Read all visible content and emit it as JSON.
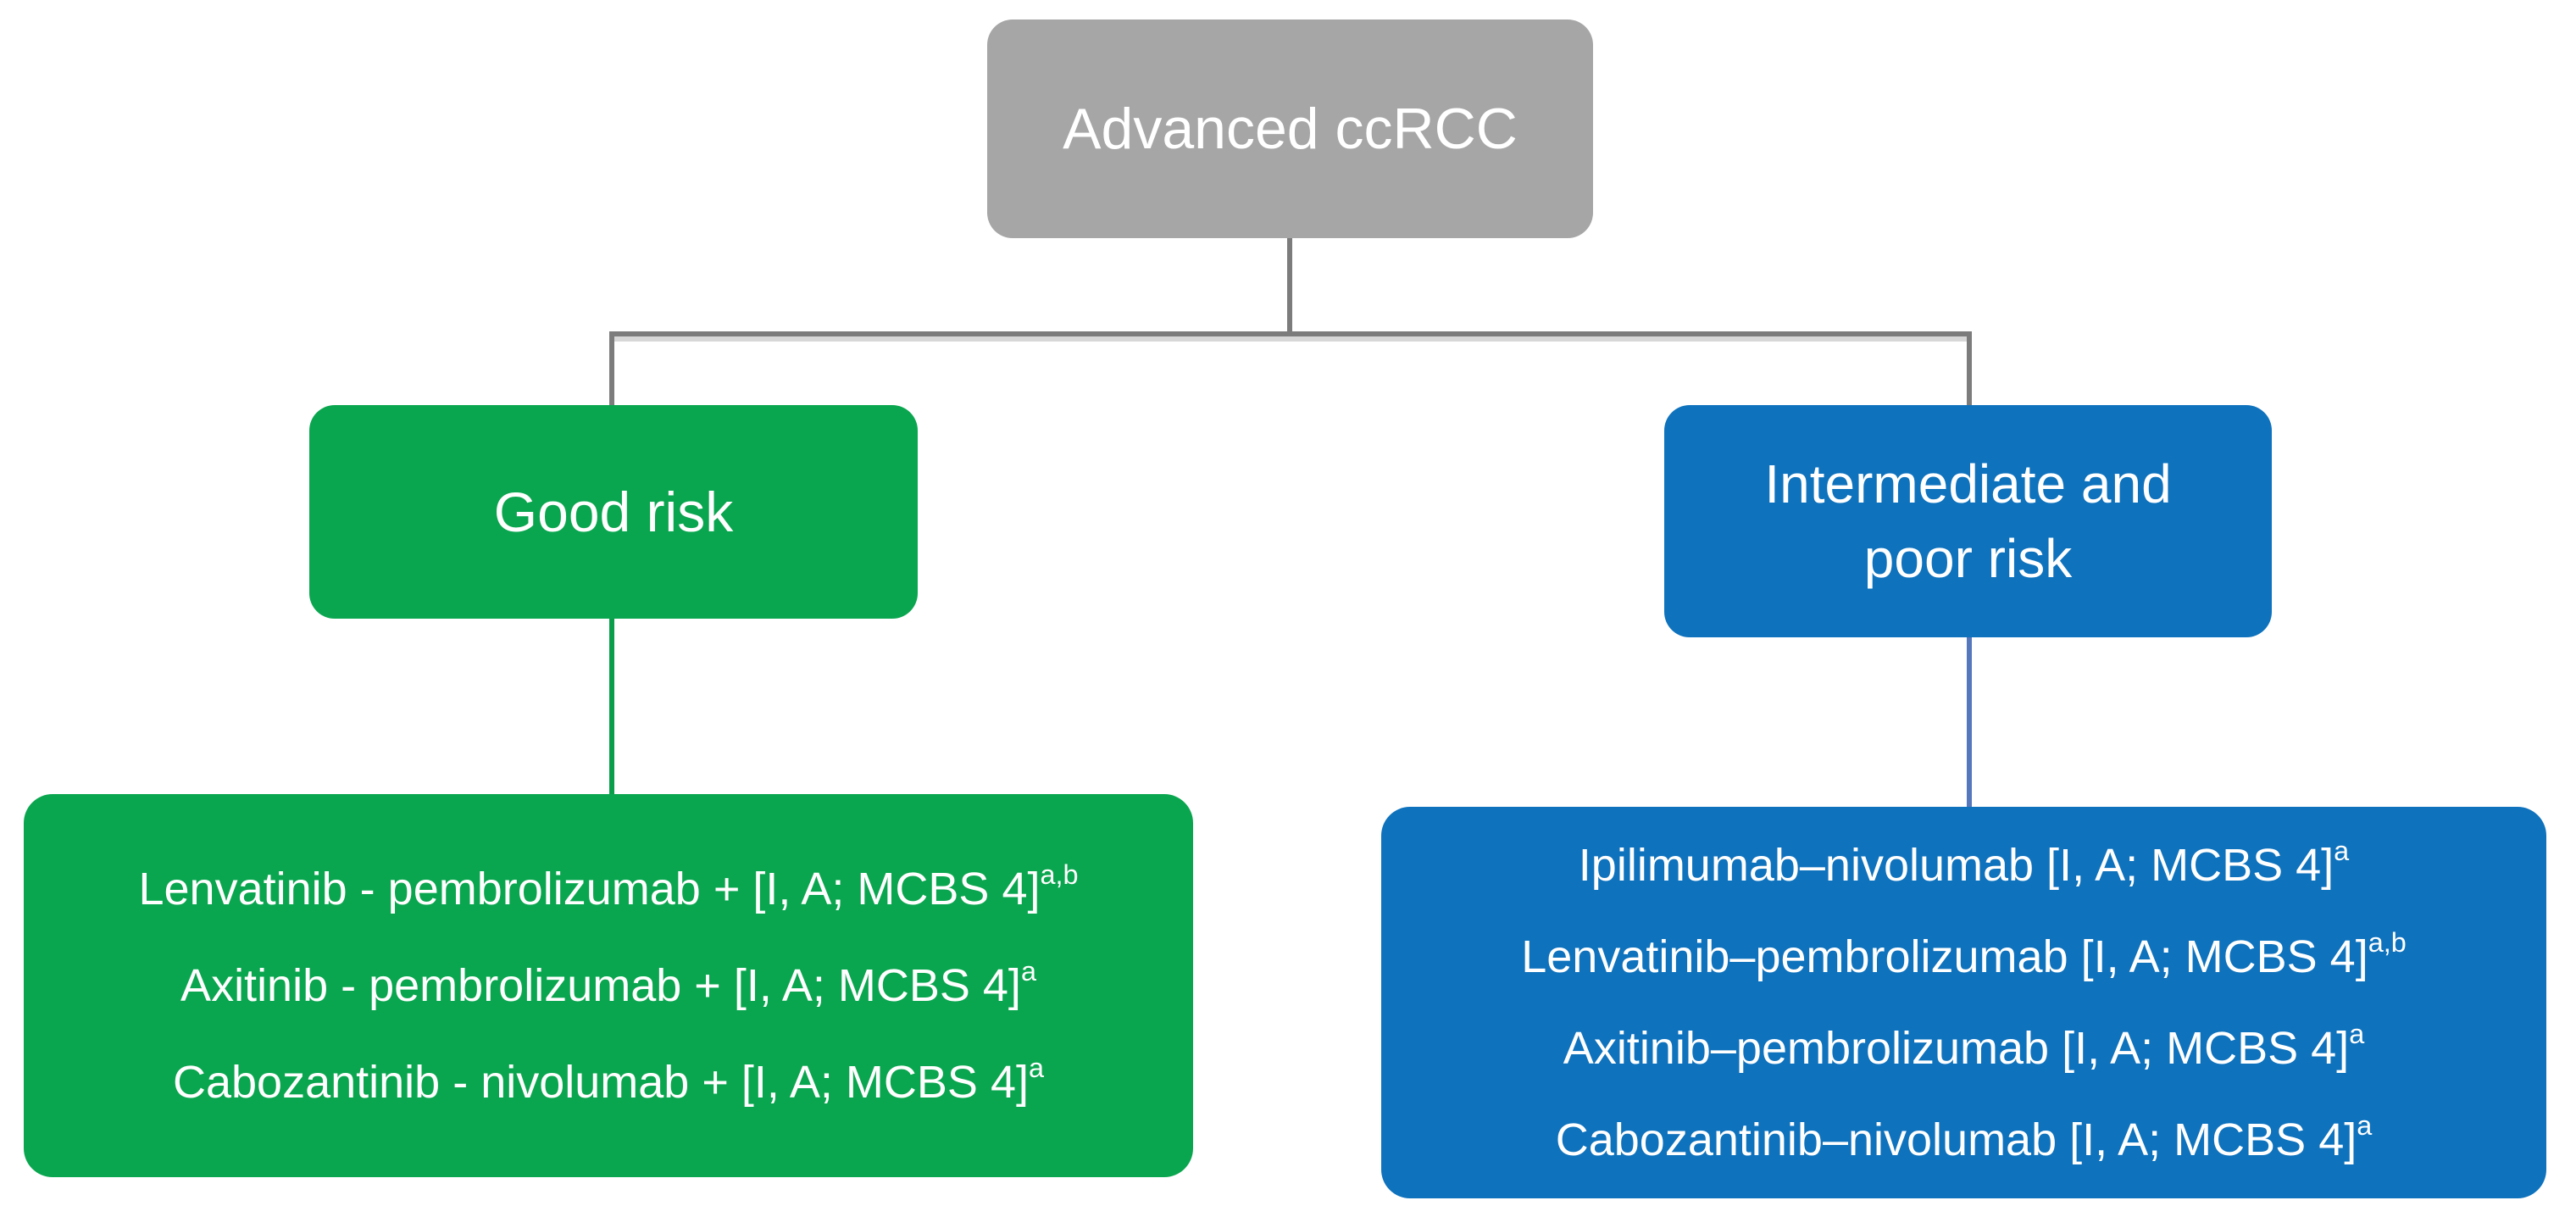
{
  "colors": {
    "node_gray": "#A6A6A6",
    "node_green": "#0AA64F",
    "node_blue": "#0E72BD",
    "line_gray": "#7C7C7C",
    "line_green": "#0A9E4B",
    "line_blue": "#5577BB",
    "text_white": "#FFFFFF"
  },
  "nodes": {
    "root": {
      "label": "Advanced ccRCC"
    },
    "good": {
      "label": "Good risk",
      "treatments": [
        {
          "text": "Lenvatinib - pembrolizumab + [I, A; MCBS 4]",
          "sup": "a,b"
        },
        {
          "text": "Axitinib - pembrolizumab + [I, A; MCBS 4]",
          "sup": "a"
        },
        {
          "text": "Cabozantinib - nivolumab + [I, A; MCBS 4]",
          "sup": "a"
        }
      ]
    },
    "intermediate_poor": {
      "label_lines": [
        "Intermediate and",
        "poor risk"
      ],
      "treatments": [
        {
          "text": "Ipilimumab–nivolumab [I, A; MCBS 4]",
          "sup": "a"
        },
        {
          "text": "Lenvatinib–pembrolizumab [I, A; MCBS 4]",
          "sup": "a,b"
        },
        {
          "text": "Axitinib–pembrolizumab [I, A; MCBS 4]",
          "sup": "a"
        },
        {
          "text": "Cabozantinib–nivolumab [I, A; MCBS 4]",
          "sup": "a"
        }
      ]
    }
  }
}
